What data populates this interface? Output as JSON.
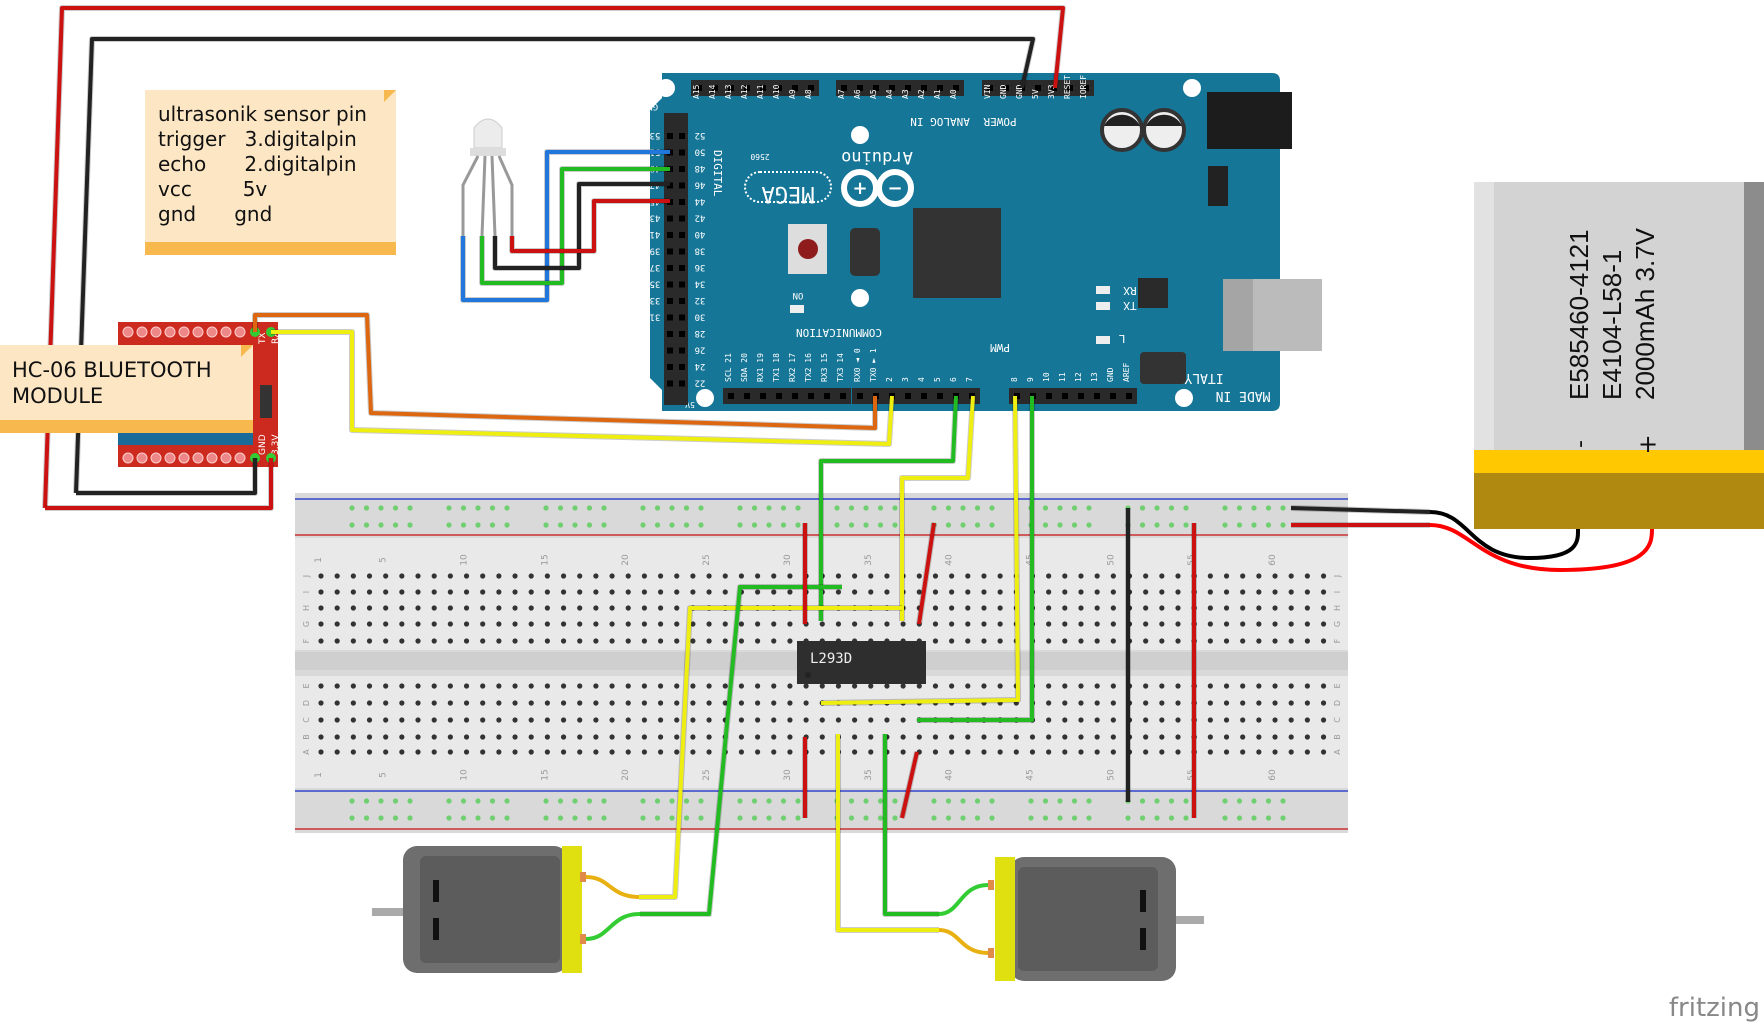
{
  "note_sensor": {
    "lines": [
      "ultrasonik sensor pin",
      "trigger   3.digitalpin",
      "echo      2.digitalpin",
      "vcc        5v",
      "gnd      gnd"
    ]
  },
  "note_bluetooth": {
    "lines": [
      "HC-06 BLUETOOTH",
      "MODULE"
    ]
  },
  "bluetooth_module": {
    "pins": [
      "TX",
      "RX",
      "GND",
      "3.3V"
    ]
  },
  "arduino": {
    "brand": "Arduino",
    "model": "MEGA",
    "chip": "2560",
    "made_in": "MADE IN",
    "country": "ITALY",
    "analog_label": "ANALOG IN",
    "power_label": "POWER",
    "digital_label": "DIGITAL",
    "communication_label": "COMMUNICATION",
    "pwm_label": "PWM",
    "on_label": "ON",
    "led_labels": [
      "RX",
      "TX",
      "L"
    ],
    "gnd_top": "GND",
    "v5_bottom": "5V",
    "analog_high_pins": [
      "A15",
      "A14",
      "A13",
      "A12",
      "A11",
      "A10",
      "A9",
      "A8"
    ],
    "analog_low_pins": [
      "A7",
      "A6",
      "A5",
      "A4",
      "A3",
      "A2",
      "A1",
      "A0"
    ],
    "power_pins": [
      "VIN",
      "GND",
      "GND",
      "5V",
      "3V3",
      "RESET",
      "IOREF"
    ],
    "digital_inner": [
      "52",
      "50",
      "48",
      "46",
      "44",
      "42",
      "40",
      "38",
      "36",
      "34",
      "32",
      "30",
      "28",
      "26",
      "24",
      "22"
    ],
    "digital_outer": [
      "53",
      "51",
      "49",
      "47",
      "45",
      "43",
      "41",
      "39",
      "37",
      "35",
      "33",
      "31"
    ],
    "comm_pins": [
      "SCL 21",
      "SDA 20",
      "RX1 19",
      "TX1 18",
      "RX2 17",
      "TX2 16",
      "RX3 15",
      "TX3 14"
    ],
    "pwm_low_pins": [
      "RX0 ◄ 0",
      "TX0 ► 1",
      "2",
      "3",
      "4",
      "5",
      "6",
      "7"
    ],
    "pwm_high_pins": [
      "8",
      "9",
      "10",
      "11",
      "12",
      "13",
      "GND",
      "AREF"
    ]
  },
  "breadboard": {
    "column_labels": [
      "1",
      "5",
      "10",
      "15",
      "20",
      "25",
      "30",
      "35",
      "40",
      "45",
      "50",
      "55",
      "60"
    ],
    "row_labels_top": [
      "J",
      "I",
      "H",
      "G",
      "F"
    ],
    "row_labels_bottom": [
      "E",
      "D",
      "C",
      "B",
      "A"
    ]
  },
  "ic": {
    "label": "L293D"
  },
  "battery": {
    "lines": [
      "E585460-4121",
      "E4104-L58-1",
      "2000mAh 3.7V"
    ],
    "minus": "-",
    "plus": "+"
  },
  "watermark": "fritzing",
  "colors": {
    "board": "#167697",
    "wire_red": "#cc1111",
    "wire_black": "#222222",
    "wire_green": "#22bb22",
    "wire_yellow": "#eeee11",
    "wire_orange": "#dd6611",
    "wire_blue": "#2277dd",
    "battery_band": "#ffc800",
    "battery_bottom": "#b08a10",
    "bt_module": "#cc2a1e"
  }
}
